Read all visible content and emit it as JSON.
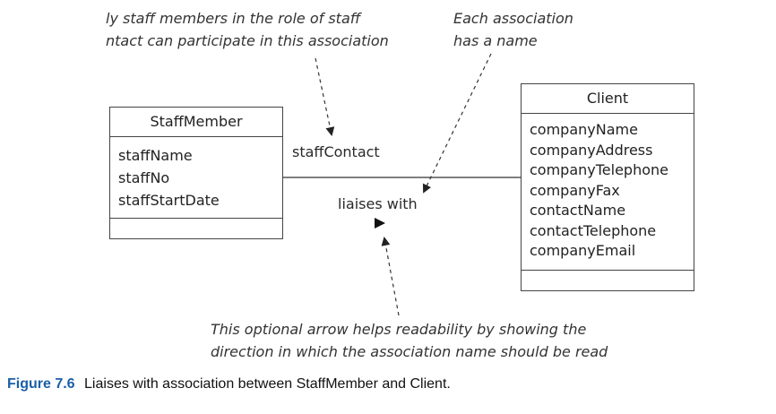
{
  "notes": {
    "participation": [
      "ly staff members in the role of staff",
      "ntact can participate in this association"
    ],
    "association_name": [
      "Each association",
      "has a name"
    ],
    "direction_arrow": [
      "This optional arrow helps readability by showing the",
      "direction in which the association name should be read"
    ]
  },
  "classes": {
    "staff_member": {
      "name": "StaffMember",
      "attributes": [
        "staffName",
        "staffNo",
        "staffStartDate"
      ]
    },
    "client": {
      "name": "Client",
      "attributes": [
        "companyName",
        "companyAddress",
        "companyTelephone",
        "companyFax",
        "contactName",
        "contactTelephone",
        "companyEmail"
      ]
    }
  },
  "association": {
    "role": "staffContact",
    "name": "liaises with"
  },
  "caption": {
    "figure": "Figure 7.6",
    "text": "Liaises with association between StaffMember and Client."
  }
}
